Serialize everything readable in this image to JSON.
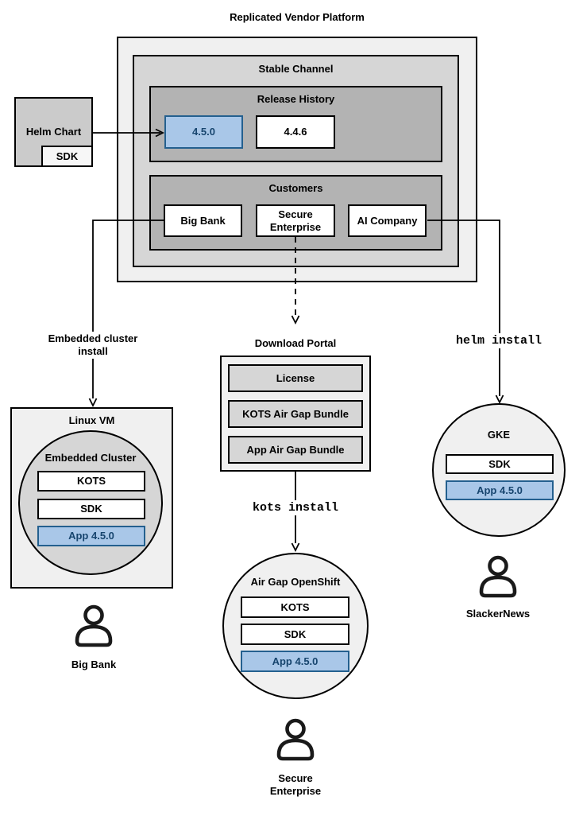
{
  "colors": {
    "container_light": "#f0f0f0",
    "container_mid": "#d6d6d6",
    "container_dark": "#b3b3b3",
    "helm_gray": "#cbcbcb",
    "highlight_fill": "#a9c7e8",
    "highlight_border": "#24608f",
    "highlight_text": "#17456e",
    "line": "#000000"
  },
  "platform": {
    "title": "Replicated Vendor Platform",
    "stable_channel": "Stable Channel",
    "release_history": "Release History",
    "release_new": "4.5.0",
    "release_old": "4.4.6",
    "customers": "Customers",
    "customer1": "Big Bank",
    "customer2": "Secure Enterprise",
    "customer3": "AI Company"
  },
  "helm_chart": {
    "label": "Helm Chart",
    "sdk": "SDK"
  },
  "edge_labels": {
    "embedded_cluster_install": "Embedded cluster install",
    "helm_install": "helm install",
    "kots_install": "kots install"
  },
  "download_portal": {
    "title": "Download Portal",
    "item1": "License",
    "item2": "KOTS Air Gap Bundle",
    "item3": "App Air Gap Bundle"
  },
  "linux_vm": {
    "title": "Linux VM",
    "cluster": "Embedded Cluster",
    "kots": "KOTS",
    "sdk": "SDK",
    "app": "App 4.5.0",
    "user": "Big Bank"
  },
  "openshift": {
    "title": "Air Gap OpenShift",
    "kots": "KOTS",
    "sdk": "SDK",
    "app": "App 4.5.0",
    "user": "Secure Enterprise"
  },
  "gke": {
    "title": "GKE",
    "sdk": "SDK",
    "app": "App 4.5.0",
    "user": "SlackerNews"
  }
}
